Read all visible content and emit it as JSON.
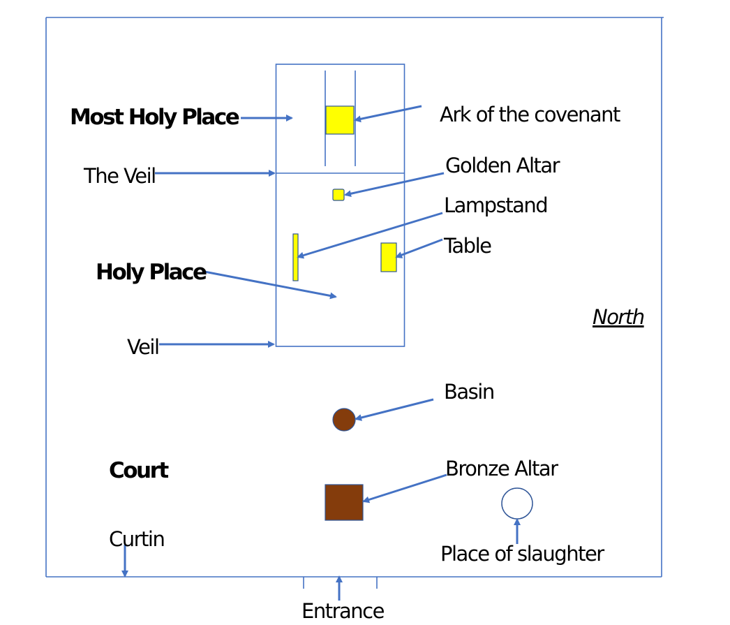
{
  "labels": {
    "most_holy_place": "Most Holy Place",
    "the_veil": "The Veil",
    "holy_place": "Holy Place",
    "veil": "Veil",
    "court": "Court",
    "curtin": "Curtin",
    "entrance": "Entrance",
    "north": "North",
    "ark": "Ark of the covenant",
    "golden_altar": "Golden Altar",
    "lampstand": "Lampstand",
    "table": "Table",
    "basin": "Basin",
    "bronze_altar": "Bronze Altar",
    "place_of_slaughter": "Place of slaughter"
  },
  "colors": {
    "line": "#4472c4",
    "gold": "#ffff00",
    "bronze": "#843c0c",
    "outline": "#2f5597"
  }
}
